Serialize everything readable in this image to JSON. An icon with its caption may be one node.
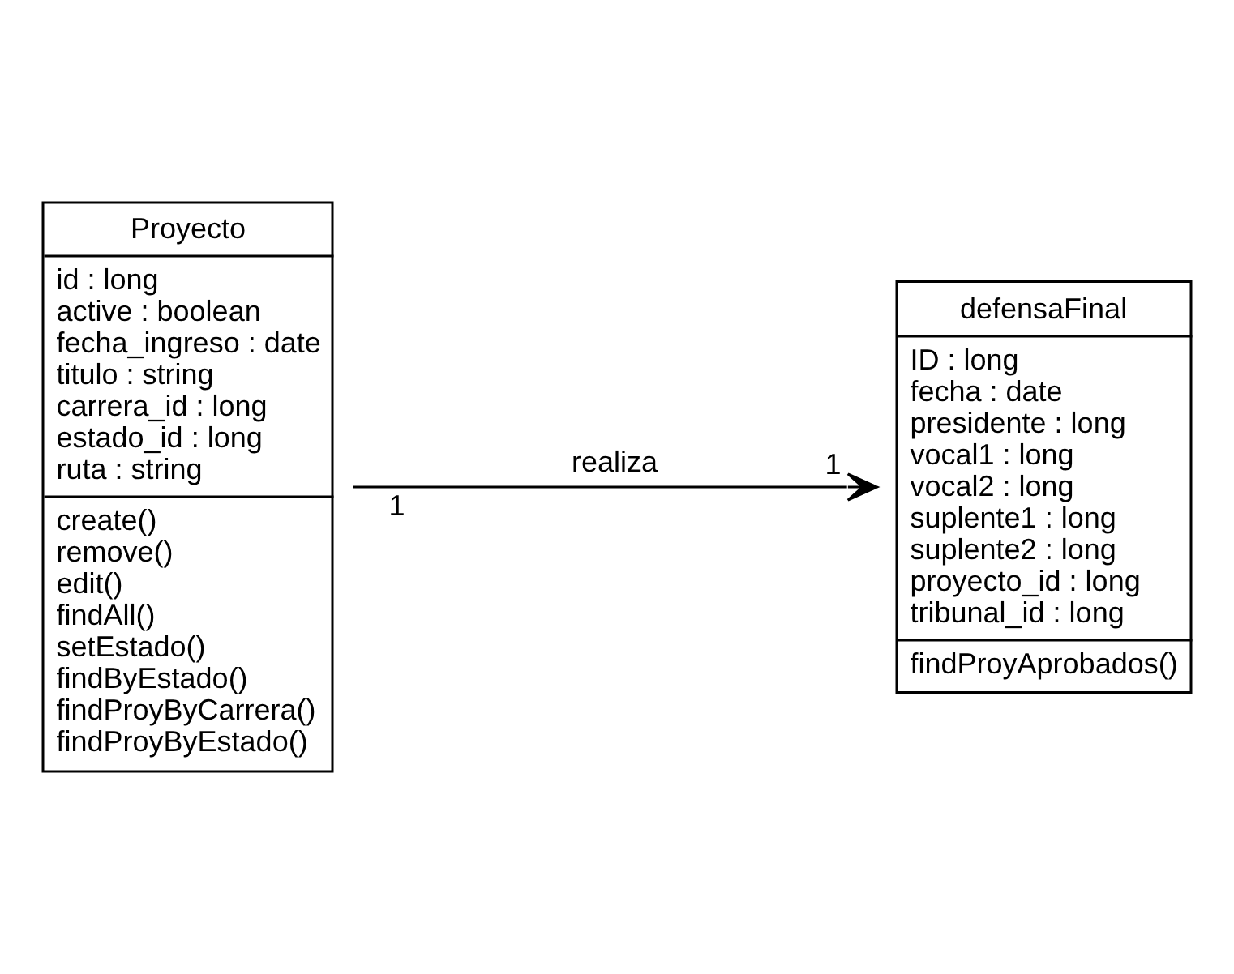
{
  "diagram": {
    "nodes": [
      {
        "text": [
          "defensaFinal",
          "ID : long",
          "fecha : date",
          "presidente : long",
          "vocal1 : long",
          "vocal2 : long",
          "suplente1 : long",
          "suplente2 : long",
          "proyecto_id : long",
          "tribunal_id : long",
          "findProyAprobados()"
        ]
      },
      {
        "text": [
          "Proyecto",
          "id : long",
          "active : boolean",
          "fecha_ingreso : date",
          "titulo : string",
          "carrera_id : long",
          "estado_id : long",
          "ruta : string",
          "create()",
          "remove()",
          "edit()",
          "findAll()",
          "setEstado()",
          "findByEstado()",
          "findProyByCarrera()",
          "findProyByEstado()"
        ]
      }
    ],
    "edges": [
      {
        "from": 1,
        "to": 0,
        "arrow": "to",
        "label": "realiza"
      }
    ],
    "labels": [
      "1",
      "1"
    ]
  }
}
